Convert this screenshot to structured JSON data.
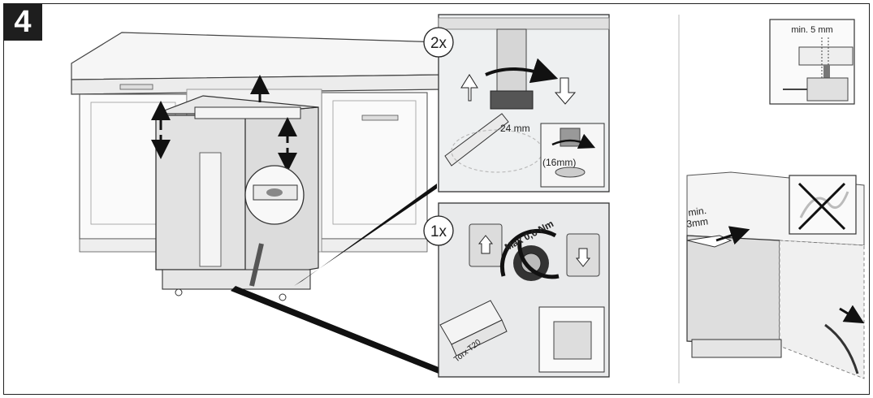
{
  "step": {
    "number": "4"
  },
  "inset_adjust_feet": {
    "multiplier": "2x",
    "wrench_size": "24 mm",
    "small_wrench_size": "(16mm)"
  },
  "inset_torque": {
    "multiplier": "1x",
    "torque": "Max 0,6 Nm",
    "bit": "Torx T20"
  },
  "inset_clearance": {
    "gap": "min. 5 mm"
  },
  "right_panel": {
    "gap_label_line1": "min.",
    "gap_label_line2": "3mm"
  }
}
